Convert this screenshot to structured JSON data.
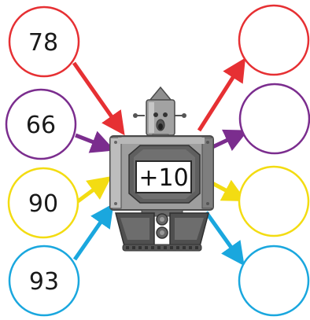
{
  "operation": "+10",
  "inputs": [
    {
      "value": "78",
      "color": "#e63033"
    },
    {
      "value": "66",
      "color": "#7b2d8e"
    },
    {
      "value": "90",
      "color": "#f3dc12"
    },
    {
      "value": "93",
      "color": "#1aa7de"
    }
  ],
  "outputs": [
    {
      "value": "",
      "color": "#e63033"
    },
    {
      "value": "",
      "color": "#7b2d8e"
    },
    {
      "value": "",
      "color": "#f3dc12"
    },
    {
      "value": "",
      "color": "#1aa7de"
    }
  ],
  "robot": {
    "body_color": "#9a9a9a",
    "dark_color": "#555555",
    "light_color": "#c8c8c8"
  }
}
